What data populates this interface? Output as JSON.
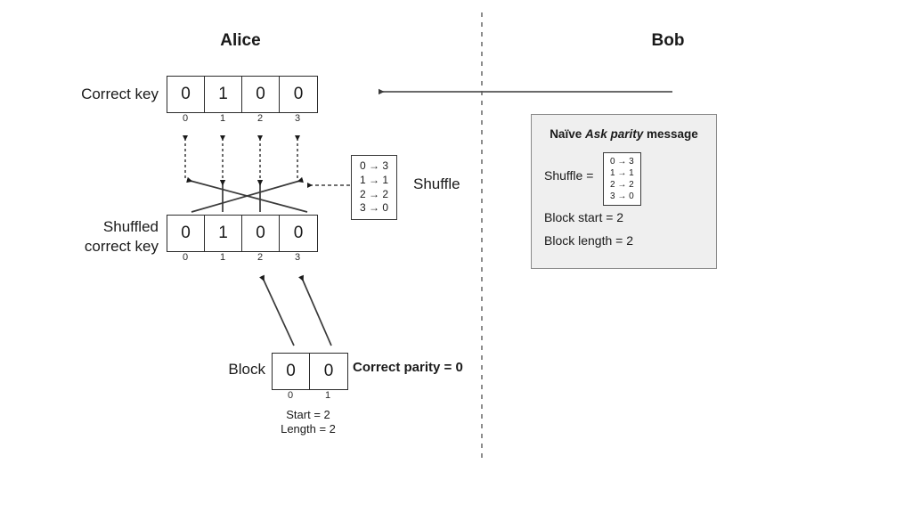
{
  "diagram": {
    "title_alice": "Alice",
    "title_bob": "Bob",
    "divider": "vertical-dashed-divider",
    "accent_line_color": "#555555",
    "box_border_color": "#2b2b2b",
    "panel_bg_color": "#efefef"
  },
  "alice": {
    "correct_key": {
      "label": "Correct key",
      "bits": [
        "0",
        "1",
        "0",
        "0"
      ],
      "indices": [
        "0",
        "1",
        "2",
        "3"
      ]
    },
    "shuffled_key": {
      "label_line1": "Shuffled",
      "label_line2": "correct key",
      "bits": [
        "0",
        "1",
        "0",
        "0"
      ],
      "indices": [
        "0",
        "1",
        "2",
        "3"
      ]
    },
    "shuffle": {
      "label": "Shuffle",
      "mapping": [
        "0 → 3",
        "1 → 1",
        "2 → 2",
        "3 → 0"
      ]
    },
    "block": {
      "label": "Block",
      "bits": [
        "0",
        "0"
      ],
      "indices": [
        "0",
        "1"
      ],
      "parity_text": "Correct parity = 0",
      "start_text": "Start = 2",
      "length_text": "Length = 2"
    }
  },
  "bob": {
    "message": {
      "title_prefix": "Naïve ",
      "title_emphasis": "Ask parity",
      "title_suffix": " message",
      "shuffle_label": "Shuffle =",
      "mapping": [
        "0 → 3",
        "1 → 1",
        "2 → 2",
        "3 → 0"
      ],
      "block_start": "Block start = 2",
      "block_length": "Block length = 2"
    }
  }
}
